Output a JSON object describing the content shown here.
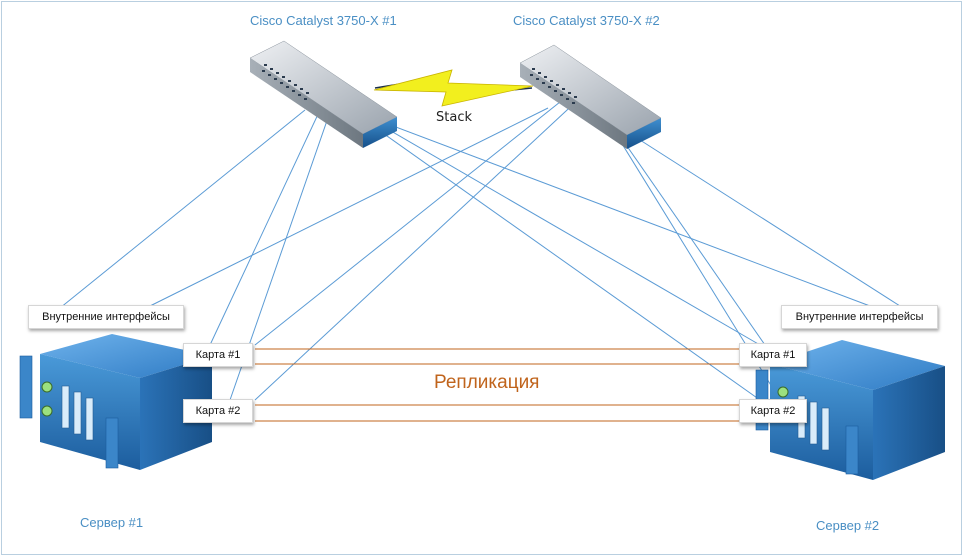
{
  "switches": {
    "switch1": {
      "label": "Cisco Catalyst 3750-X #1"
    },
    "switch2": {
      "label": "Cisco Catalyst 3750-X #2"
    }
  },
  "stack_label": "Stack",
  "replication_label": "Репликация",
  "servers": {
    "server1": {
      "label": "Сервер #1",
      "internal_label": "Внутренние интерфейсы",
      "card1": "Карта #1",
      "card2": "Карта #2"
    },
    "server2": {
      "label": "Сервер #2",
      "internal_label": "Внутренние интерфейсы",
      "card1": "Карта #1",
      "card2": "Карта #2"
    }
  },
  "colors": {
    "link_blue": "#5b9bd5",
    "replication": "#c0641c",
    "stack_bolt": "#f2ef1e",
    "label_blue": "#4a8fc4"
  }
}
